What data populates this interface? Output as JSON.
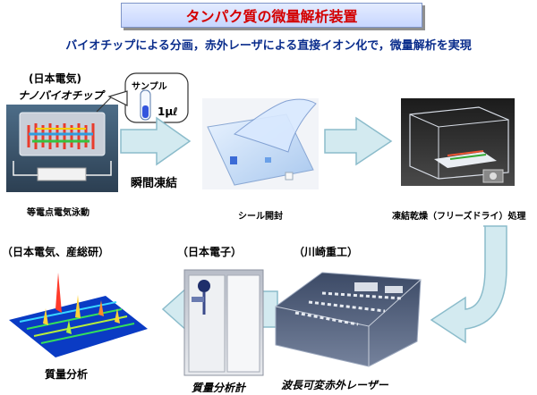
{
  "title": "タンパク質の微量解析装置",
  "subtitle": "バイオチップによる分画，赤外レーザによる直接イオン化で，微量解析を実現",
  "top_left": {
    "org": "(日本電気)",
    "chip_name": "ナノバイオチップ",
    "sample_label": "サンプル",
    "sample_volume": "1μℓ",
    "caption": "等電点電気泳動"
  },
  "step_arrow_label": "瞬間凍結",
  "top_middle": {
    "caption": "シール開封"
  },
  "top_right": {
    "caption": "凍結乾燥（フリーズドライ）処理"
  },
  "bottom_left": {
    "org": "（日本電気、産総研）",
    "caption": "質量分析"
  },
  "bottom_middle": {
    "org": "（日本電子）",
    "caption": "質量分析計"
  },
  "bottom_right": {
    "org": "（川崎重工）",
    "caption": "波長可変赤外レーザー"
  },
  "colors": {
    "title_text": "#d40000",
    "subtitle_text": "#0a2d8c",
    "arrow_fill": "#d3eaf0",
    "arrow_stroke": "#8bbccb"
  }
}
